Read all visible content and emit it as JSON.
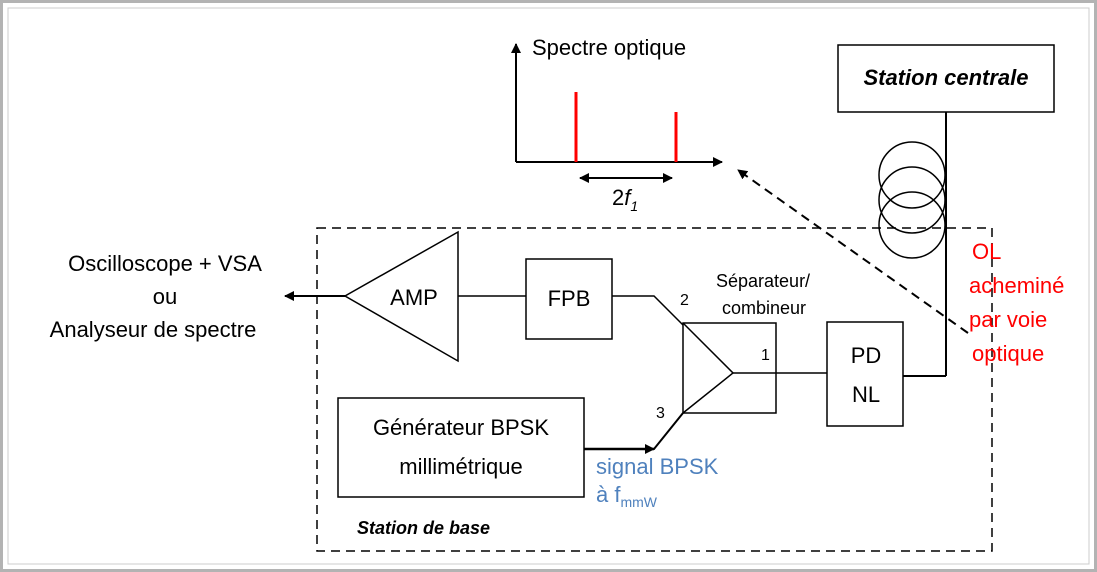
{
  "spectrum": {
    "title": "Spectre optique",
    "spacing_label_prefix": "2",
    "spacing_label_var": "f",
    "spacing_label_sub": "1"
  },
  "central_station": {
    "label": "Station centrale"
  },
  "base_station": {
    "label": "Station de base"
  },
  "output": {
    "line1": "Oscilloscope  + VSA",
    "line2": "ou",
    "line3": "Analyseur de spectre"
  },
  "blocks": {
    "amp": "AMP",
    "fpb": "FPB",
    "pd_line1": "PD",
    "pd_line2": "NL",
    "generator_line1": "Générateur BPSK",
    "generator_line2": "millimétrique"
  },
  "splitter": {
    "line1": "Séparateur/",
    "line2": "combineur",
    "ports": [
      "1",
      "2",
      "3"
    ]
  },
  "ol_note": {
    "lines": [
      "OL",
      "acheminé",
      "par voie",
      "optique"
    ],
    "color": "#ff0000"
  },
  "bpsk_signal": {
    "line1": "signal BPSK",
    "line2_prefix": "à f",
    "line2_sub": "mmW",
    "color": "#4f81bd"
  },
  "colors": {
    "spectral_lines": "#ff0000",
    "frame": "#b3b3b3"
  }
}
